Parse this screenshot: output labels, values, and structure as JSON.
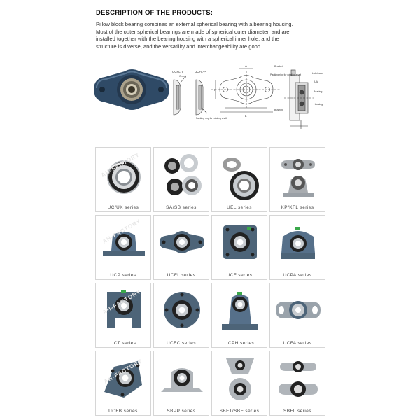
{
  "description": {
    "title": "DESCRIPTION OF THE PRODUCTS:",
    "lines": [
      "Pillow block bearing combines an external spherical bearing with a bearing housing.",
      "Most of the outer spherical bearings are made of spherical outer diameter, and are",
      "installed together with the bearing housing with a spherical inner hole, and the",
      "structure is diverse, and the versatility and interchangeability are good."
    ]
  },
  "diagram": {
    "label_ucfl_t": "UCFL-T",
    "label_ucfl_p": "UCFL-P",
    "label_orring": "O-ring",
    "label_packing": "Packing ring for rotating shaft",
    "label_bracket": "Bracket",
    "label_lubricator": "Lubricator",
    "label_aa": "A-A",
    "label_bearing": "Bearing",
    "label_housing": "Housing",
    "label_bushing": "Bushing",
    "label_h": "H",
    "label_l": "L",
    "label_a": "A",
    "label_j": "J"
  },
  "products": [
    {
      "caption": "UC/UK series"
    },
    {
      "caption": "SA/SB  series"
    },
    {
      "caption": "UEL series"
    },
    {
      "caption": "KP/KFL series"
    },
    {
      "caption": "UCP series"
    },
    {
      "caption": "UCFL series"
    },
    {
      "caption": "UCF series"
    },
    {
      "caption": "UCPA series"
    },
    {
      "caption": "UCT series"
    },
    {
      "caption": "UCFC series"
    },
    {
      "caption": "UCPH series"
    },
    {
      "caption": "UCFA series"
    },
    {
      "caption": "UCFB series"
    },
    {
      "caption": "SBPP series"
    },
    {
      "caption": "SBFT/SBF series"
    },
    {
      "caption": "SBFL series"
    }
  ],
  "watermark": "AH-FACTORY",
  "colors": {
    "housing_blue": "#4d6478",
    "housing_gray": "#9aa3ab",
    "steel": "#c8ccd0",
    "dark": "#2a2a2a",
    "green_cap": "#3aa84a"
  }
}
